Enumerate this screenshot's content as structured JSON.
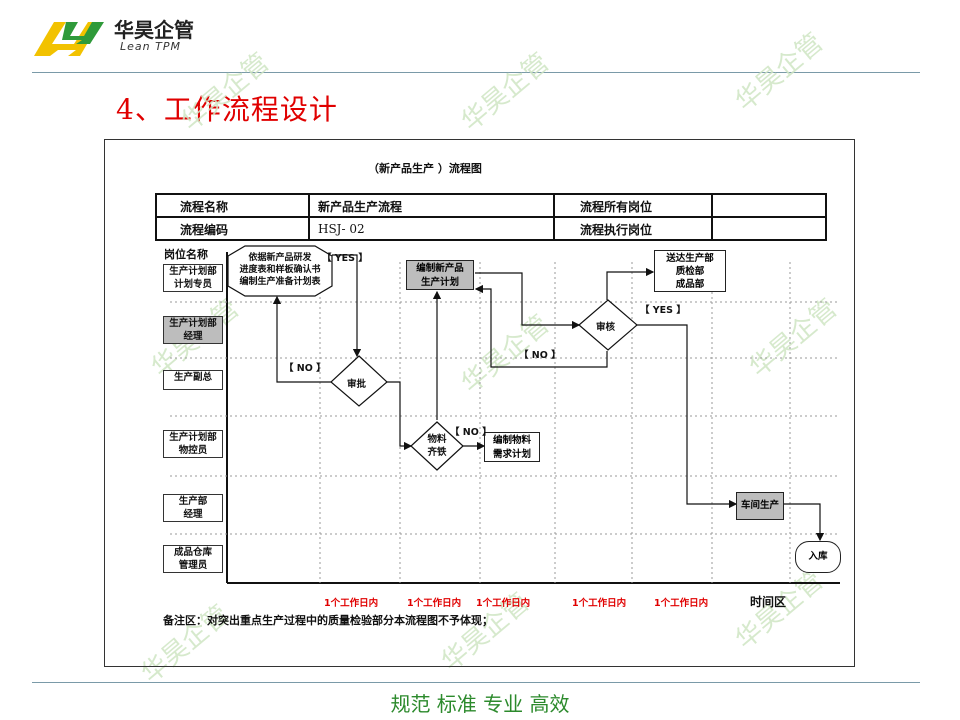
{
  "header": {
    "logo_cn": "华昊企管",
    "logo_en": "Lean TPM",
    "heading": "4、工作流程设计"
  },
  "watermark": "华昊企管",
  "diagram": {
    "title": "（新产品生产 ）流程图",
    "table": {
      "name_label": "流程名称",
      "name_value": "新产品生产流程",
      "owner_label": "流程所有岗位",
      "owner_value": "",
      "code_label": "流程编码",
      "code_value": "HSJ- 02",
      "exec_label": "流程执行岗位",
      "exec_value": ""
    },
    "roles_header": "岗位名称",
    "roles": [
      {
        "label": "生产计划部\n计划专员",
        "shaded": false
      },
      {
        "label": "生产计划部\n经理",
        "shaded": true
      },
      {
        "label": "生产副总",
        "shaded": false
      },
      {
        "label": "生产计划部\n物控员",
        "shaded": false
      },
      {
        "label": "生产部\n经理",
        "shaded": false
      },
      {
        "label": "成品仓库\n管理员",
        "shaded": false
      }
    ],
    "nodes": {
      "start": "依据新产品研发\n进度表和样板确认书\n编制生产准备计划表",
      "plan": "编制新产品\n生产计划",
      "deliver": "送达生产部\n质检部\n成品部",
      "review": "审核",
      "approve": "审批",
      "material": "物料\n齐铁",
      "purchase": "编制物料\n需求计划",
      "workshop": "车间生产",
      "store": "入库"
    },
    "labels": {
      "yes1": "【 YES 】",
      "yes2": "【 YES 】",
      "no1": "【 NO 】",
      "no2": "【 NO 】",
      "no3": "【 NO 】"
    },
    "time_labels": [
      "1个工作日内",
      "1个工作日内",
      "1个工作日内",
      "1个工作日内",
      "1个工作日内"
    ],
    "time_axis": "时间区",
    "note": "备注区：对突出重点生产过程中的质量检验部分本流程图不予体现；"
  },
  "footer": "规范 标准 专业 高效",
  "colors": {
    "heading": "#e00000",
    "line": "#7a9aa8",
    "footer": "#2c8a2c",
    "shade": "#bdbdbd"
  }
}
